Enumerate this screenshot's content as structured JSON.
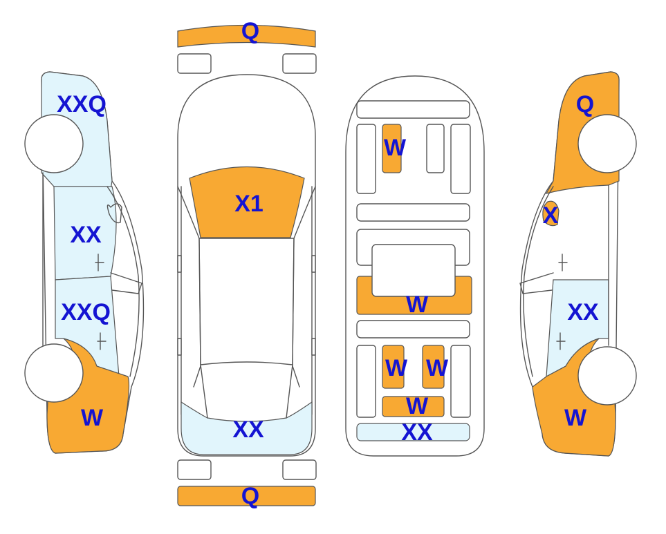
{
  "colors": {
    "orange": "#F8A933",
    "light": "#E1F5FC",
    "none": "#FFFFFF",
    "text": "#1414D2",
    "outline": "#555555"
  },
  "views": {
    "left_side": {
      "labels": {
        "front_fender": "XXQ",
        "front_door": "XX",
        "rear_door": "XXQ",
        "rear_quarter": "W"
      }
    },
    "top": {
      "labels": {
        "front_bumper": "Q",
        "hood": "X1",
        "trunk_lid": "XX",
        "rear_bumper": "Q"
      }
    },
    "underbody": {
      "labels": {
        "front_member": "W",
        "center_floor": "W",
        "rear_member_left": "W",
        "rear_member_right": "W",
        "rear_cross_member": "W",
        "rear_panel": "XX"
      }
    },
    "right_side": {
      "labels": {
        "front_fender": "Q",
        "a_pillar": "X",
        "rear_door": "XX",
        "rear_quarter": "W"
      }
    }
  }
}
